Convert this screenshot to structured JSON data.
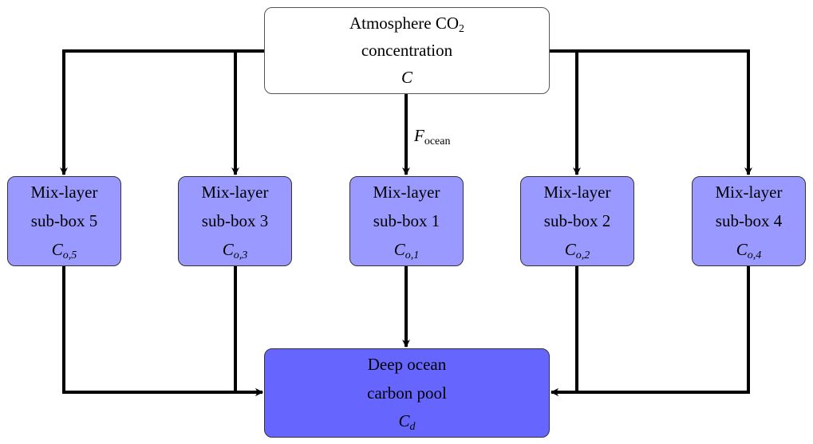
{
  "diagram": {
    "title": "Ocean carbon box model",
    "atmosphere": {
      "line1": "Atmosphere CO",
      "line1_sub": "2",
      "line2": "concentration",
      "symbol": "C"
    },
    "flux_label": {
      "symbol": "F",
      "subscript": "ocean"
    },
    "mix_boxes": [
      {
        "line1": "Mix-layer",
        "line2": "sub-box 5",
        "symbol": "C",
        "subscript": "o,5"
      },
      {
        "line1": "Mix-layer",
        "line2": "sub-box 3",
        "symbol": "C",
        "subscript": "o,3"
      },
      {
        "line1": "Mix-layer",
        "line2": "sub-box 1",
        "symbol": "C",
        "subscript": "o,1"
      },
      {
        "line1": "Mix-layer",
        "line2": "sub-box 2",
        "symbol": "C",
        "subscript": "o,2"
      },
      {
        "line1": "Mix-layer",
        "line2": "sub-box 4",
        "symbol": "C",
        "subscript": "o,4"
      }
    ],
    "deep_ocean": {
      "line1": "Deep ocean",
      "line2": "carbon pool",
      "symbol": "C",
      "subscript": "d"
    },
    "colors": {
      "atmosphere_fill": "#ffffff",
      "mix_fill": "#9999ff",
      "deep_fill": "#6666ff",
      "edge": "#000000"
    },
    "edges": [
      {
        "from": "atmosphere",
        "to": "sub-box 5"
      },
      {
        "from": "atmosphere",
        "to": "sub-box 3"
      },
      {
        "from": "atmosphere",
        "to": "sub-box 1",
        "label": "F_ocean"
      },
      {
        "from": "atmosphere",
        "to": "sub-box 2"
      },
      {
        "from": "atmosphere",
        "to": "sub-box 4"
      },
      {
        "from": "sub-box 5",
        "to": "deep ocean"
      },
      {
        "from": "sub-box 3",
        "to": "deep ocean"
      },
      {
        "from": "sub-box 1",
        "to": "deep ocean"
      },
      {
        "from": "sub-box 2",
        "to": "deep ocean"
      },
      {
        "from": "sub-box 4",
        "to": "deep ocean"
      }
    ]
  }
}
